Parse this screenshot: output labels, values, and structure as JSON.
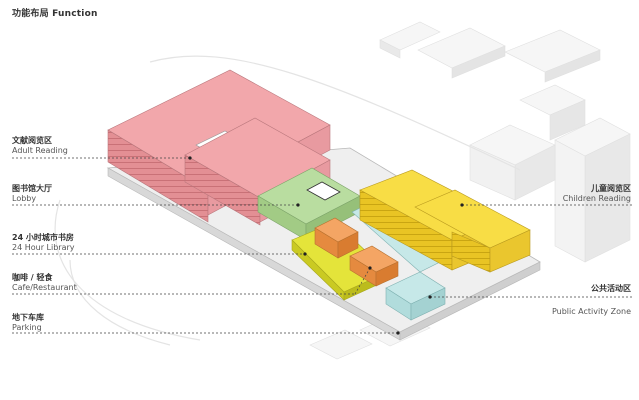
{
  "title": "功能布局 Function",
  "labels": {
    "adult_reading": {
      "cn": "文献阅览区",
      "en": "Adult Reading"
    },
    "lobby": {
      "cn": "图书馆大厅",
      "en": "Lobby"
    },
    "library_24h": {
      "cn": "24 小时城市书房",
      "en": "24 Hour Library"
    },
    "cafe": {
      "cn": "咖啡 / 轻食",
      "en": "Cafe/Restaurant"
    },
    "parking": {
      "cn": "地下车库",
      "en": "Parking"
    },
    "children_reading": {
      "cn": "儿童阅览区",
      "en": "Children Reading"
    },
    "public_activity": {
      "cn": "公共活动区",
      "en": "Public Activity Zone"
    }
  },
  "colors": {
    "adult_reading": "#f2a7ab",
    "lobby": "#b9dda0",
    "library_24h": "#f4a564",
    "cafe": "#e4e43a",
    "children_reading": "#f8dd45",
    "public_activity": "#c6e8e8",
    "parking": "#e6e6e6"
  }
}
